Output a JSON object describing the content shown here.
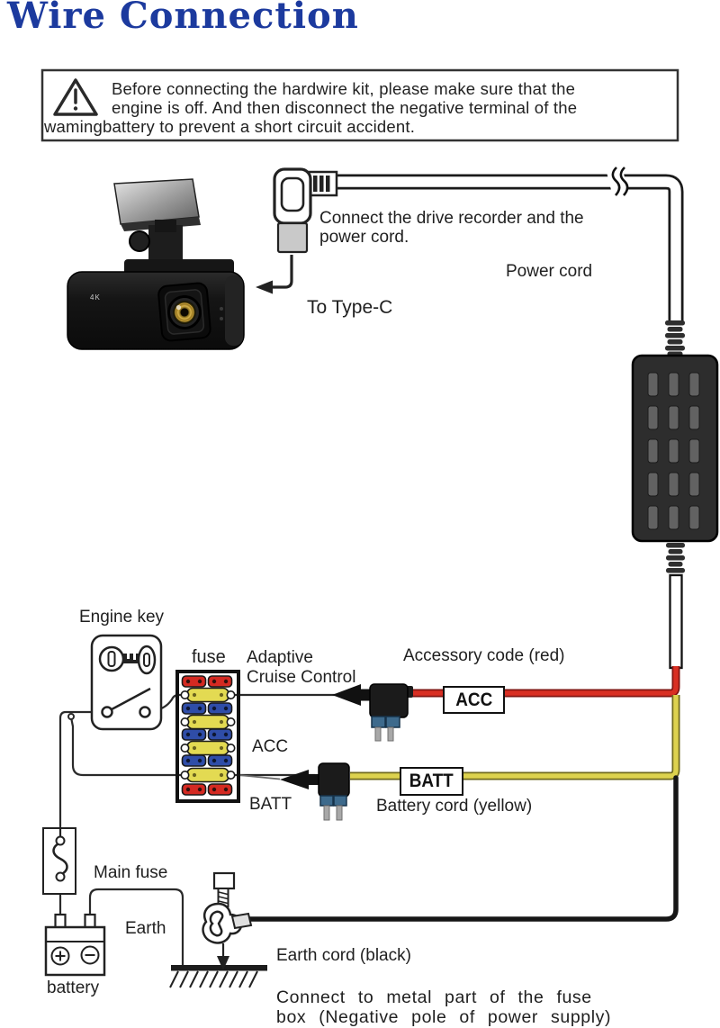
{
  "page": {
    "title": "Wire Connection"
  },
  "warning_box": {
    "icon": "warning-triangle-icon",
    "caption": "waming",
    "lines": [
      "Before connecting the hardwire kit, please make sure that the",
      "engine is off. And then disconnect the negative terminal of the",
      "battery to prevent a short circuit accident."
    ]
  },
  "camera": {
    "badge": "4K"
  },
  "connector_note": {
    "line1": "Connect the drive recorder and the",
    "line2": "power cord."
  },
  "labels": {
    "power_cord": "Power cord",
    "to_type_c": "To Type-C",
    "engine_key": "Engine key",
    "fuse": "fuse",
    "adaptive_line1": "Adaptive",
    "adaptive_line2": "Cruise Control",
    "accessory_cord": "Accessory code (red)",
    "acc_row": "ACC",
    "batt_row": "BATT",
    "battery_cord": "Battery cord (yellow)",
    "main_fuse": "Main fuse",
    "earth": "Earth",
    "battery": "battery",
    "earth_cord": "Earth cord (black)",
    "earth_note_line1": "Connect to metal part of the fuse",
    "earth_note_line2": "box (Negative pole of power supply)"
  },
  "wire_tags": {
    "acc": "ACC",
    "batt": "BATT"
  },
  "colors": {
    "title_blue": "#1c3a9e",
    "accessory_wire_red": "#d92f23",
    "battery_wire_yellow": "#ddd24e",
    "earth_wire_black": "#161616",
    "fuse_red": "#d42a22",
    "fuse_yellow": "#e3da52",
    "fuse_blue": "#2f4da8"
  }
}
